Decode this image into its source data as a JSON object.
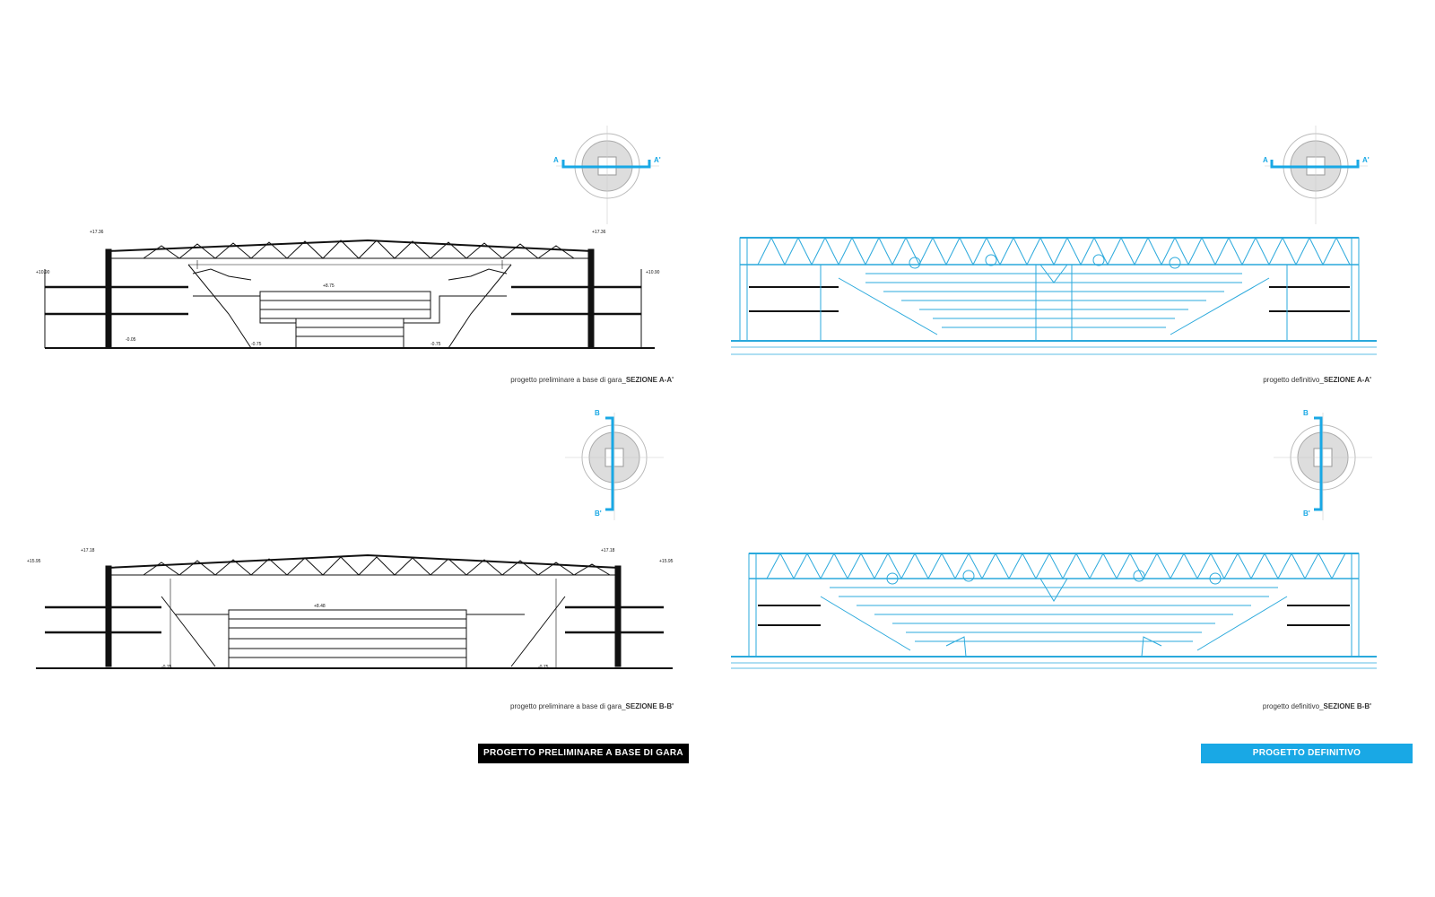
{
  "panels": [
    {
      "caption_prefix": "progetto preliminare a base di gara_",
      "caption_section": "SEZIONE A-A'",
      "key_left": "A",
      "key_right": "A'"
    },
    {
      "caption_prefix": "progetto definitivo_",
      "caption_section": "SEZIONE A-A'",
      "key_left": "A",
      "key_right": "A'"
    },
    {
      "caption_prefix": "progetto preliminare a base di gara_",
      "caption_section": "SEZIONE B-B'",
      "key_top": "B",
      "key_bottom": "B'"
    },
    {
      "caption_prefix": "progetto definitivo_",
      "caption_section": "SEZIONE B-B'",
      "key_top": "B",
      "key_bottom": "B'"
    }
  ],
  "badges": {
    "preliminare": "PROGETTO PRELIMINARE A BASE DI GARA",
    "definitivo": "PROGETTO DEFINITIVO"
  },
  "colors": {
    "accent": "#19a8e5",
    "line_dark": "#111111",
    "line_blue": "#2aa9dc"
  }
}
